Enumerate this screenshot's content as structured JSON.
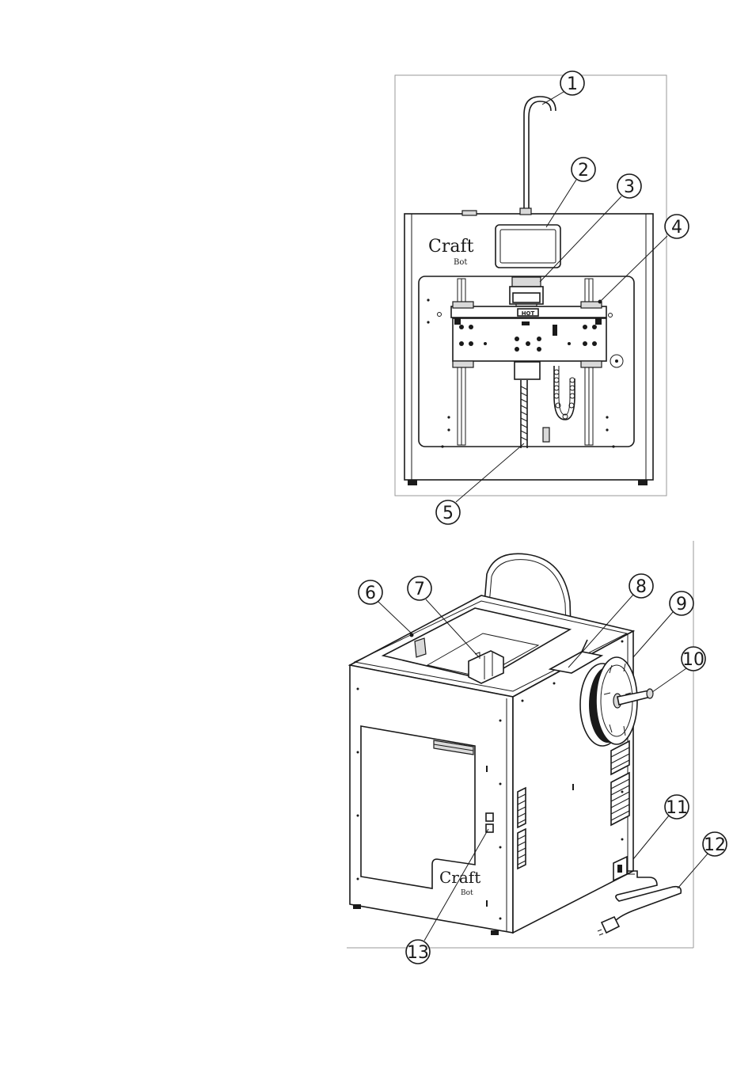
{
  "figure": {
    "front_view": {
      "logo": {
        "line1": "Craft",
        "line2": "Bot"
      },
      "carriage_label": "HOT",
      "callouts": [
        "1",
        "2",
        "3",
        "4",
        "5"
      ]
    },
    "rear_view": {
      "logo": {
        "line1": "Craft",
        "line2": "Bot"
      },
      "callouts": [
        "6",
        "7",
        "8",
        "9",
        "10",
        "11",
        "12",
        "13"
      ]
    }
  }
}
